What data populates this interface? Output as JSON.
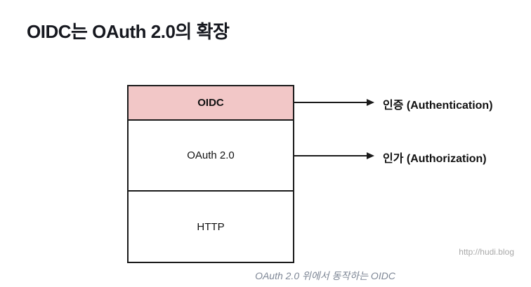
{
  "page": {
    "title": "OIDC는 OAuth 2.0의 확장",
    "caption": "OAuth 2.0 위에서 동작하는 OIDC",
    "watermark": "http://hudi.blog"
  },
  "diagram": {
    "stack": {
      "layers": [
        {
          "label": "OIDC",
          "highlighted": true
        },
        {
          "label": "OAuth 2.0",
          "highlighted": false
        },
        {
          "label": "HTTP",
          "highlighted": false
        }
      ]
    },
    "arrows": [
      {
        "source_layer": "OIDC",
        "label": "인증 (Authentication)"
      },
      {
        "source_layer": "OAuth 2.0",
        "label": "인가 (Authorization)"
      }
    ],
    "colors": {
      "highlight_fill": "#f2c7c7",
      "stroke": "#1a1a1a",
      "caption_text": "#7d8695",
      "watermark_text": "#a9a9a9"
    }
  }
}
